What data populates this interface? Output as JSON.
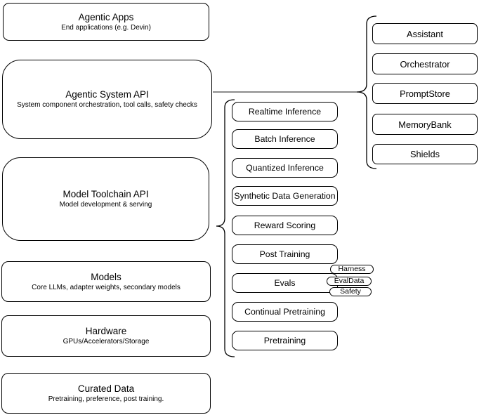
{
  "diagram": {
    "left_stack": [
      {
        "title": "Agentic Apps",
        "subtitle": "End applications (e.g. Devin)"
      },
      {
        "title": "Agentic System API",
        "subtitle": "System component orchestration, tool calls, safety checks"
      },
      {
        "title": "Model Toolchain API",
        "subtitle": "Model development & serving"
      },
      {
        "title": "Models",
        "subtitle": "Core LLMs, adapter weights, secondary models"
      },
      {
        "title": "Hardware",
        "subtitle": "GPUs/Accelerators/Storage"
      },
      {
        "title": "Curated Data",
        "subtitle": "Pretraining, preference, post training."
      }
    ],
    "toolchain_items": [
      "Realtime Inference",
      "Batch Inference",
      "Quantized Inference",
      "Synthetic Data Generation",
      "Reward Scoring",
      "Post Training",
      "Evals",
      "Continual Pretraining",
      "Pretraining"
    ],
    "eval_tags": [
      "Harness",
      "EvalData",
      "Safety"
    ],
    "system_components": [
      "Assistant",
      "Orchestrator",
      "PromptStore",
      "MemoryBank",
      "Shields"
    ],
    "colors": {
      "box_border": "#000000",
      "connector": "#666666",
      "background": "#ffffff",
      "text": "#000000"
    }
  }
}
